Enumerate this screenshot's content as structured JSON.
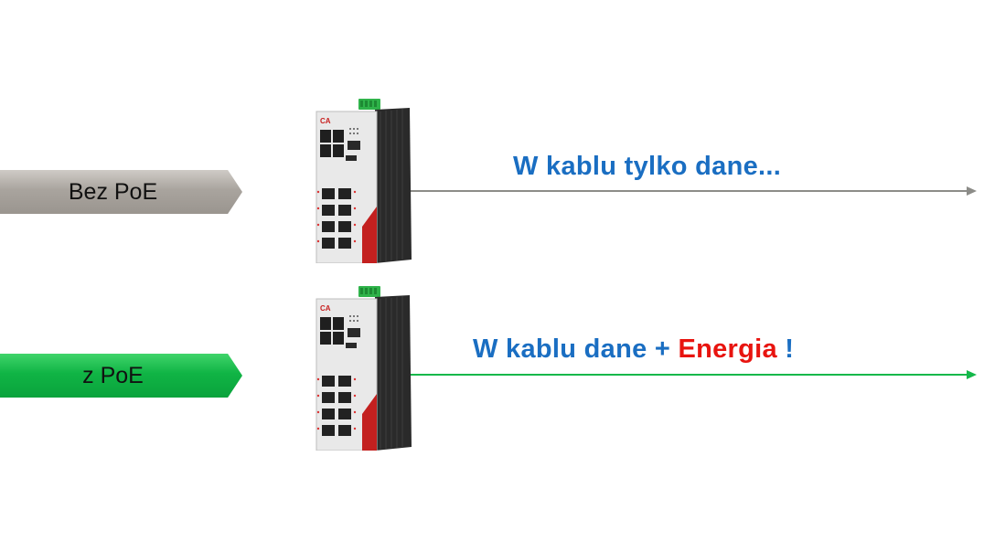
{
  "labels": {
    "without_poe": "Bez PoE",
    "with_poe": "z PoE"
  },
  "headlines": {
    "data_only": "W kablu tylko dane...",
    "data_energy_prefix": "W kablu dane + ",
    "data_energy_word": "Energia",
    "data_energy_suffix": " !"
  },
  "colors": {
    "headline_blue": "#1a6ec2",
    "energy_red": "#e8140f",
    "gray_line": "#8c8c88",
    "green_line": "#14b84a",
    "gray_tag": "#a9a49e",
    "green_tag": "#10b445"
  },
  "icons": {
    "device": "industrial-ethernet-switch-icon"
  }
}
